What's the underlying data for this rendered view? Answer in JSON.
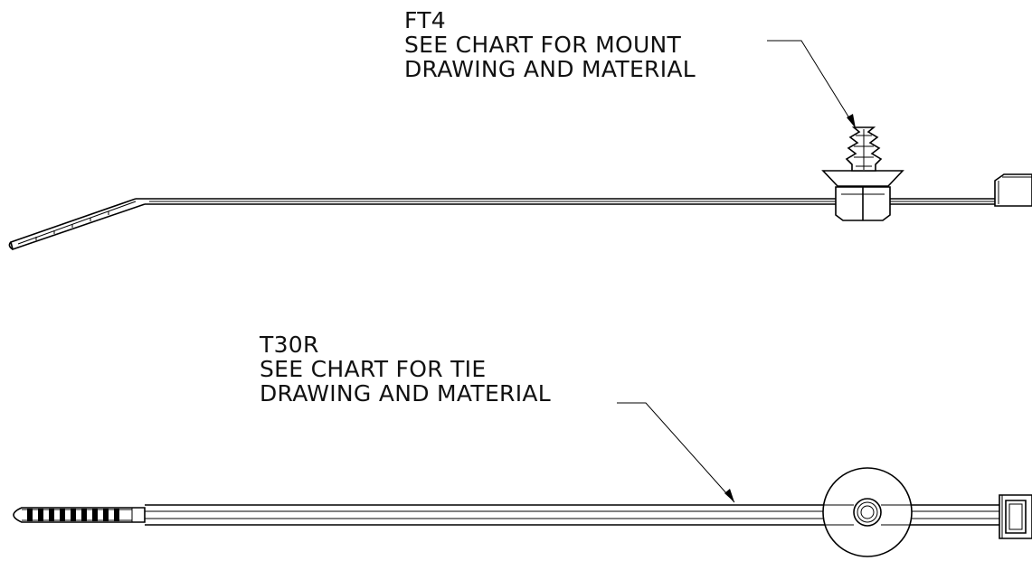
{
  "callouts": {
    "mount": {
      "part": "FT4",
      "line1": "SEE CHART FOR MOUNT",
      "line2": "DRAWING AND MATERIAL"
    },
    "tie": {
      "part": "T30R",
      "line1": "SEE CHART FOR TIE",
      "line2": "DRAWING AND MATERIAL"
    }
  },
  "colors": {
    "ink": "#000000",
    "paper": "#ffffff"
  }
}
